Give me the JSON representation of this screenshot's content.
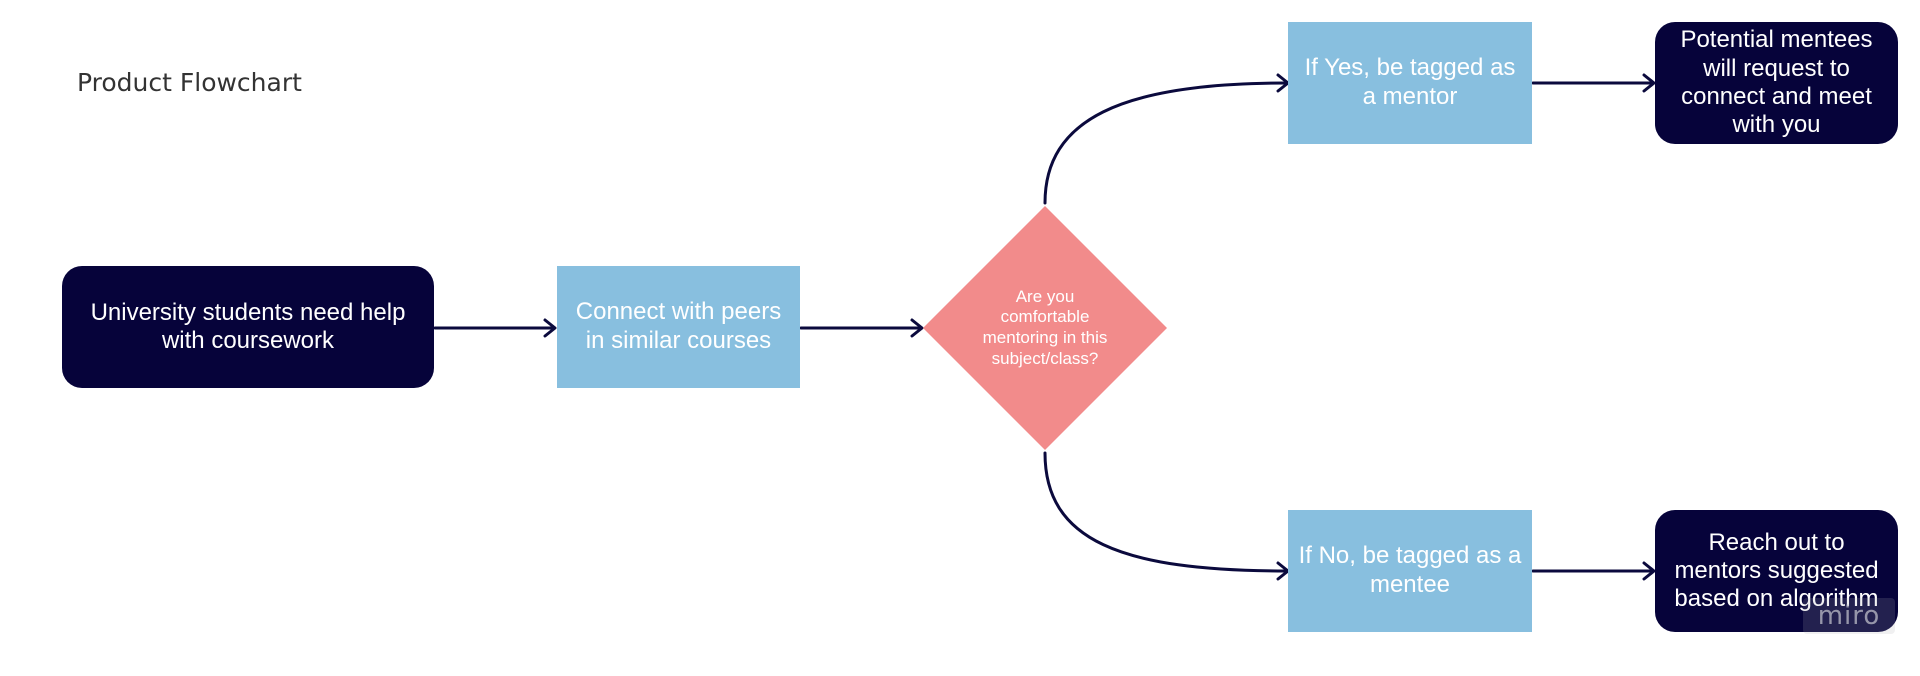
{
  "board": {
    "title": "Product Flowchart",
    "watermark": "miro"
  },
  "nodes": {
    "start": "University students need help with coursework",
    "connect": "Connect with peers in similar courses",
    "decision": "Are you comfortable mentoring in this subject/class?",
    "yes": "If Yes, be tagged as a mentor",
    "no": "If No, be tagged as a mentee",
    "yes_outcome": "Potential mentees will request to connect and meet with you",
    "no_outcome": "Reach out to mentors suggested based on algorithm"
  },
  "colors": {
    "terminal": "#06033a",
    "process": "#88bfdf",
    "decision": "#f28b8b",
    "connector": "#0b0a3d",
    "text_on_shape": "#ffffff"
  }
}
